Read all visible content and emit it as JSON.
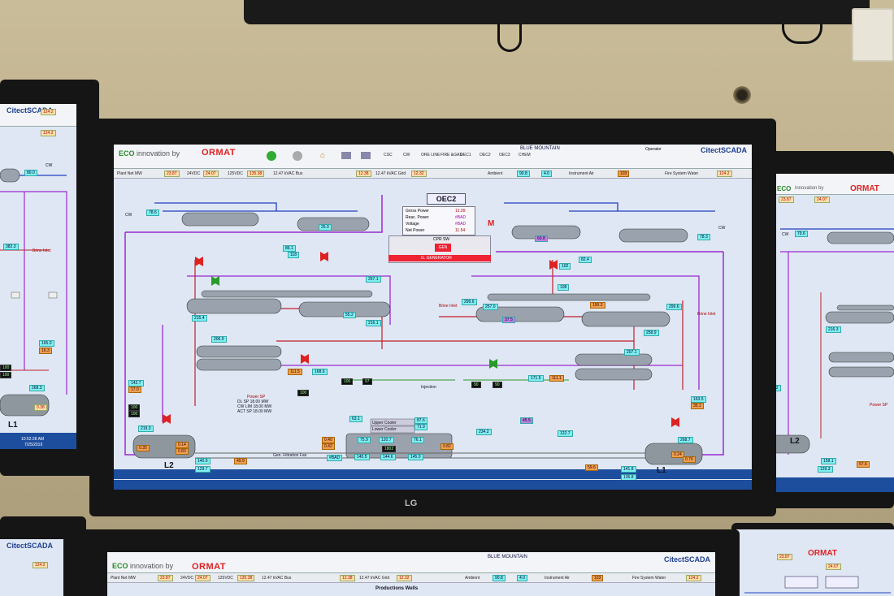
{
  "header": {
    "eco": "ECO",
    "tagline": "innovation by",
    "brand": "ORMAT",
    "product": "CitectSCADA",
    "site": "BLUE MOUNTAIN",
    "nav": [
      "CSC",
      "CW",
      "ORE LINE",
      "FIRE &GAS",
      "OEC1",
      "OEC2",
      "OEC3",
      "CHEM"
    ],
    "operator": "Operator"
  },
  "status_row": {
    "plant_net_label": "Plant Net MW",
    "plant_net": "23.87",
    "dc24": "24VDC",
    "dc24_val": "24.07",
    "dc125": "125VDC",
    "dc125_val": "135.38",
    "bus": "12.47 kVAC Bus",
    "bus_val": "12.38",
    "grid": "12.47 kVAC Grid",
    "grid_val": "12.32",
    "ambient": "Ambient",
    "ambient_val": "90.8",
    "ambient_val2": "4.0",
    "air": "Instrument Air",
    "air_val": "103",
    "fire": "Fire System Water",
    "fire_val": "124.2"
  },
  "pid": {
    "title": "OEC2",
    "gen_labels": [
      "Gross Power",
      "Reac. Power",
      "Voltage",
      "Net Power"
    ],
    "gen_values": [
      "12.09",
      "#BAD",
      "#BAD",
      "11.54"
    ],
    "m_letter": "M",
    "cpr_label": "CPR SW",
    "gen_btn": "GEN",
    "generator": "G. GENERATOR",
    "cw_left": "CW",
    "cw_right": "CW",
    "brine_inlet": "Brine Inlet",
    "brine_inlet2": "Brine Inlet",
    "injection": "Injection",
    "power_sp": "Power SP",
    "power_sp_rows": [
      "DL SP  18.00 MW",
      "CW LIM  18.00 MW",
      "ACT SP  18.00 MW"
    ],
    "upper_cooler": "Upper Cooler",
    "lower_cooler": "Lower Cooler",
    "gen_filtration": "Gen. Filtration Fan",
    "l1": "L1",
    "l2": "L2",
    "values": {
      "v1": "78.6",
      "v2": "25.0",
      "v3": "86.1",
      "v4": "118",
      "v5": "257.1",
      "v6": "215.4",
      "v7": "55.2",
      "v8": "216.1",
      "v9": "206.9",
      "v10": "168.6",
      "v11": "111.5",
      "v12": "142.7",
      "v13": "17.0",
      "v14": "219.3",
      "v15": "140.9",
      "v16": "129.7",
      "v17": "49.9",
      "v18": "63.1",
      "v19": "87.6",
      "v20": "71.9",
      "v21": "75.9",
      "v22": "120.7",
      "v23": "76.1",
      "v24": "1802",
      "v25": "145.5",
      "v26": "144.6",
      "v27": "145.0",
      "v28": "299.6",
      "v29": "257.0",
      "v30": "37.5",
      "v31": "190.2",
      "v32": "258.9",
      "v33": "207.1",
      "v34": "102",
      "v35": "82.4",
      "v36": "108",
      "v37": "60.8",
      "v38": "78.3",
      "v39": "299.6",
      "v40": "163.5",
      "v41": "35.1",
      "v42": "268.7",
      "v43": "141.8",
      "v44": "136.8",
      "v45": "0.35",
      "v46": "0.14",
      "v47": "0.83",
      "v48": "0.40",
      "v49": "0.42",
      "v50": "0.82",
      "v51": "0.24",
      "v52": "0.76",
      "v53": "122.7",
      "v54": "234.2",
      "v55": "171.5",
      "v56": "111.1",
      "v57": "90",
      "v58": "90",
      "v59": "100",
      "v60": "97",
      "v61": "100",
      "v62": "100",
      "v63": "100",
      "v64": "45.5",
      "v65": "#BAD",
      "v66": "59.6"
    }
  },
  "left_screen": {
    "product": "CitectSCADA",
    "l1": "L1",
    "time": "10:52:28 AM",
    "date": "7/25/2019",
    "cw": "CW",
    "brine": "Brine Inlet",
    "vals": [
      "124.2",
      "80.0",
      "382.3",
      "165.0",
      "16.3",
      "100",
      "100",
      "268.3",
      "0.38"
    ]
  },
  "right_screen": {
    "eco": "ECO",
    "tagline": "innovation by",
    "brand": "ORMAT",
    "l2": "L2",
    "cw": "CW",
    "vals": [
      "23.87",
      "24.07",
      "79.6",
      "216.3",
      "131.2",
      "158.1",
      "129.3",
      "57.6"
    ],
    "power_sp": "Power SP"
  },
  "bottom_screen": {
    "eco": "ECO",
    "tagline": "innovation by",
    "brand": "ORMAT",
    "product": "CitectSCADA",
    "site": "BLUE MOUNTAIN",
    "subtitle": "Productions Wells",
    "plant_net_label": "Plant Net MW",
    "plant_net": "23.87",
    "dc24": "24VDC",
    "dc24_val": "24.07",
    "dc125": "125VDC",
    "dc125_val": "135.38",
    "bus": "12.47 kVAC Bus",
    "bus_val": "12.38",
    "grid": "12.47 kVAC Grid",
    "grid_val": "12.32",
    "ambient": "Ambient",
    "ambient_val": "90.8",
    "ambient_val2": "4.0",
    "air": "Instrument Air",
    "air_val": "103",
    "fire": "Fire System Water",
    "fire_val": "124.2"
  },
  "monitor_brand": "LG",
  "colors": {
    "screen_bg": "#dfe7f4",
    "pipe_purple": "#9a2bd0",
    "pipe_red": "#c0202a",
    "pipe_blue": "#2040c0",
    "pipe_green": "#2a9a2a",
    "vessel": "#9aa3ad",
    "taskbar": "#1d4e9e"
  }
}
